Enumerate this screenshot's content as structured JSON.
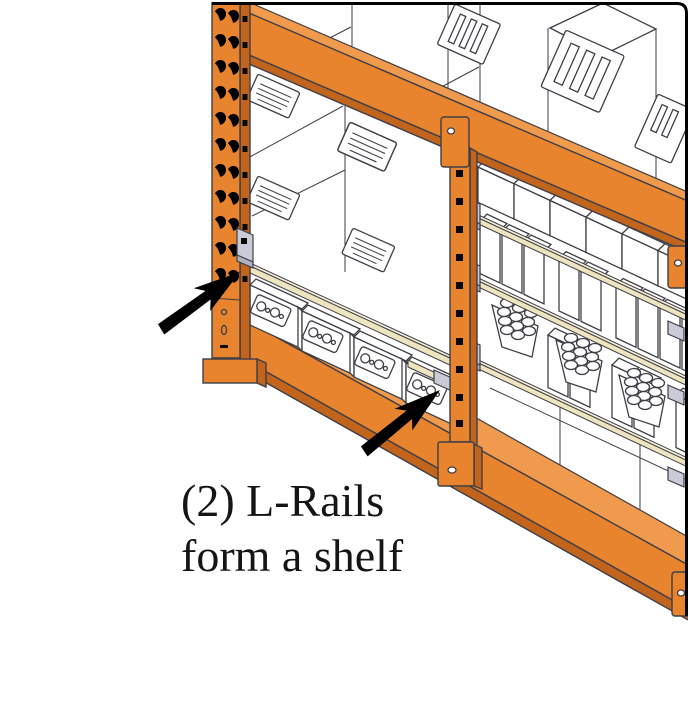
{
  "figure": {
    "caption_line1": "(2) L-Rails",
    "caption_line2": "form a shelf",
    "arrow_count": 2
  },
  "palette": {
    "orange": "#E8832E",
    "orange_dark": "#C2641C",
    "orange_light": "#F09A4E",
    "cream": "#EFE4C0",
    "cream_light": "#F8F1DC",
    "gray": "#C9CBD6",
    "gray_dark": "#AFB1BE",
    "line": "#3E3E46"
  }
}
